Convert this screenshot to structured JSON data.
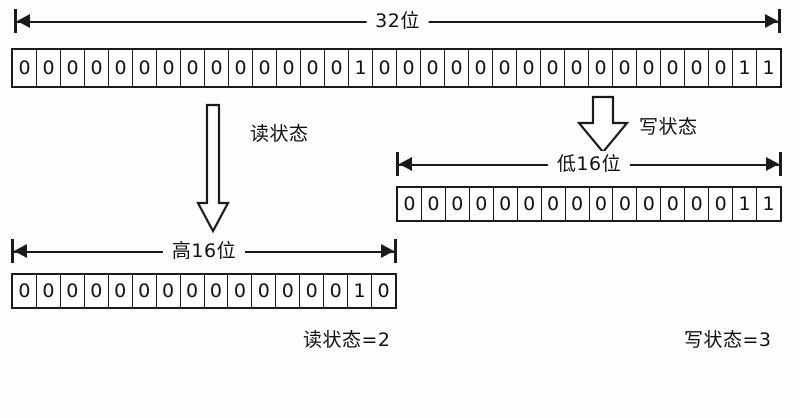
{
  "diagram": {
    "title_32bit": "32位",
    "full_word": {
      "label": "32位",
      "bits": [
        "0",
        "0",
        "0",
        "0",
        "0",
        "0",
        "0",
        "0",
        "0",
        "0",
        "0",
        "0",
        "0",
        "0",
        "1",
        "0",
        "0",
        "0",
        "0",
        "0",
        "0",
        "0",
        "0",
        "0",
        "0",
        "0",
        "0",
        "0",
        "0",
        "0",
        "1",
        "1"
      ]
    },
    "read_path": {
      "arrow_label": "读状态",
      "block_label": "高16位",
      "bits": [
        "0",
        "0",
        "0",
        "0",
        "0",
        "0",
        "0",
        "0",
        "0",
        "0",
        "0",
        "0",
        "0",
        "0",
        "1",
        "0"
      ],
      "result_caption": "读状态=2"
    },
    "write_path": {
      "arrow_label": "写状态",
      "block_label": "低16位",
      "bits": [
        "0",
        "0",
        "0",
        "0",
        "0",
        "0",
        "0",
        "0",
        "0",
        "0",
        "0",
        "0",
        "0",
        "0",
        "1",
        "1"
      ],
      "result_caption": "写状态=3"
    },
    "colors": {
      "stroke": "#1a1a1a",
      "background": "#fdfdfd",
      "cell_fill": "#ffffff"
    }
  }
}
